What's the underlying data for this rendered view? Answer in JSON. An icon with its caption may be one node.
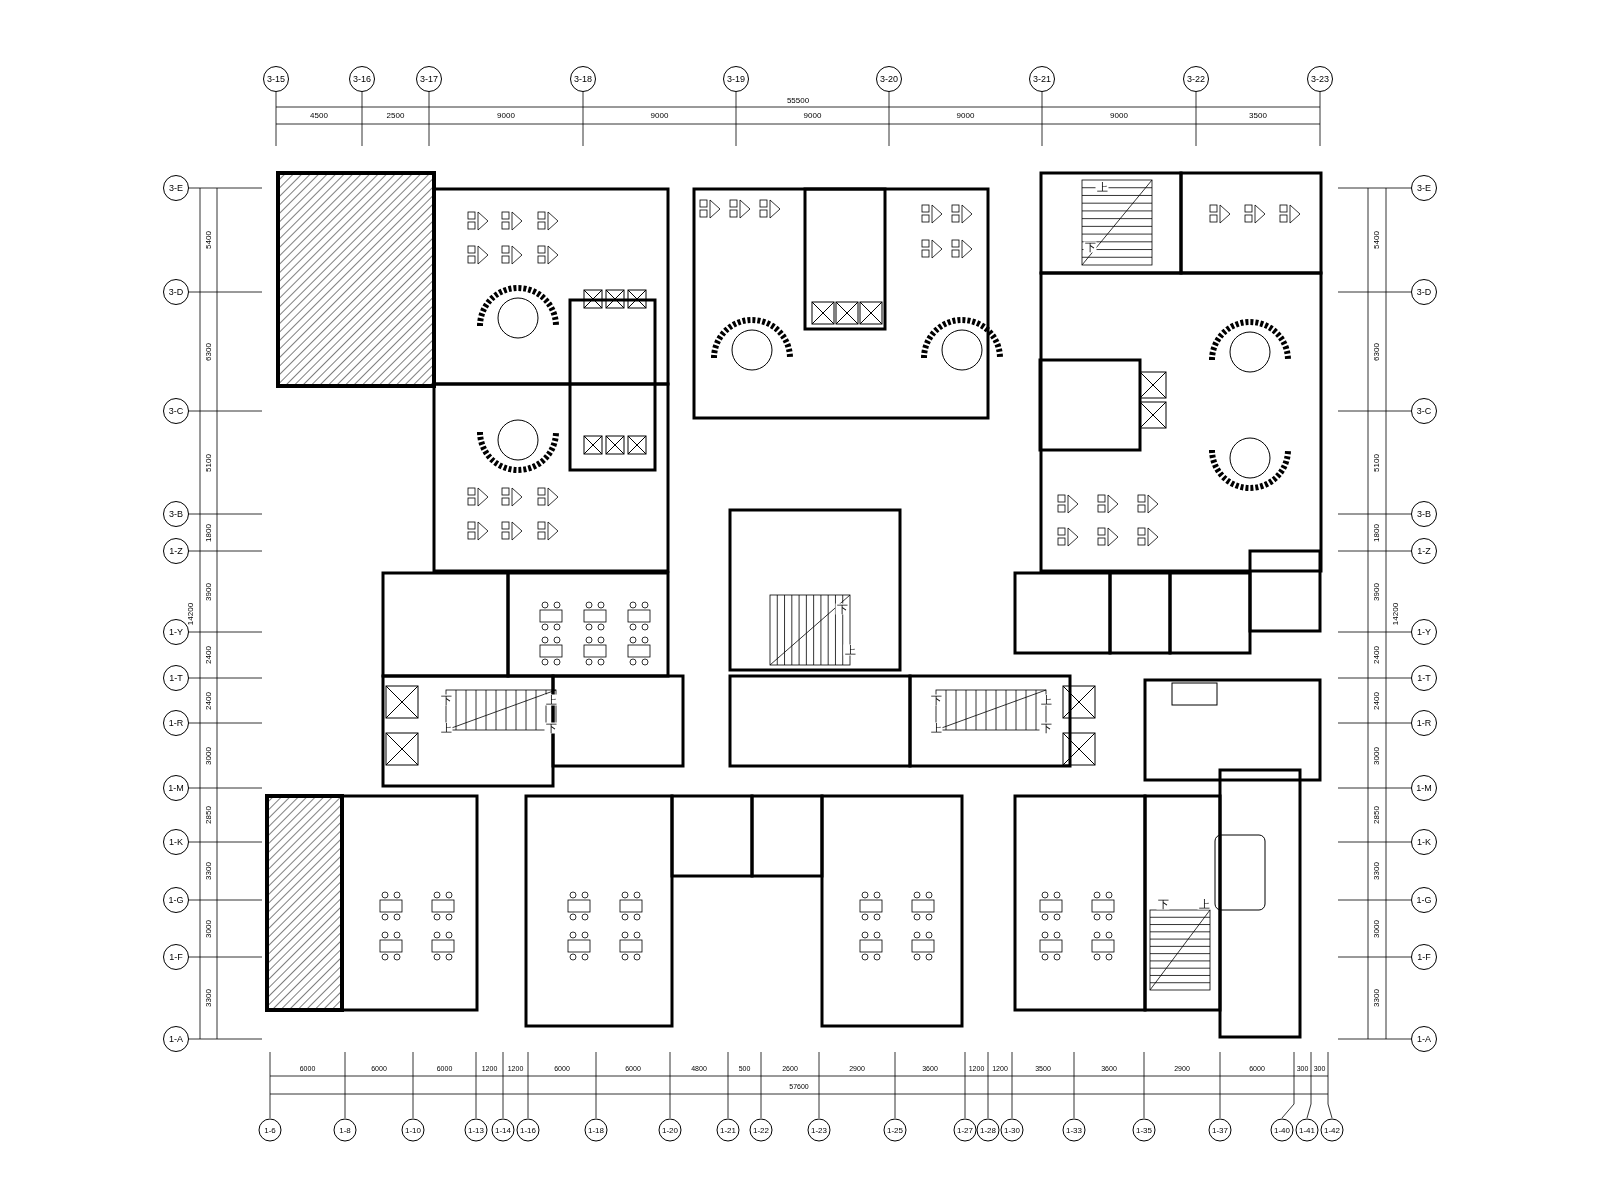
{
  "diagram": {
    "nodes": [
      {
        "text": [
          "3-15"
        ]
      },
      {
        "text": [
          "3-16"
        ]
      },
      {
        "text": [
          "3-17"
        ]
      },
      {
        "text": [
          "3-18"
        ]
      },
      {
        "text": [
          "3-19"
        ]
      },
      {
        "text": [
          "3-20"
        ]
      },
      {
        "text": [
          "3-21"
        ]
      },
      {
        "text": [
          "3-22"
        ]
      },
      {
        "text": [
          "3-23"
        ]
      },
      {
        "text": [
          "3-E"
        ]
      },
      {
        "text": [
          "3-D"
        ]
      },
      {
        "text": [
          "3-C"
        ]
      },
      {
        "text": [
          "3-B"
        ]
      },
      {
        "text": [
          "1-Z"
        ]
      },
      {
        "text": [
          "1-Y"
        ]
      },
      {
        "text": [
          "1-T"
        ]
      },
      {
        "text": [
          "1-R"
        ]
      },
      {
        "text": [
          "1-M"
        ]
      },
      {
        "text": [
          "1-K"
        ]
      },
      {
        "text": [
          "1-G"
        ]
      },
      {
        "text": [
          "1-F"
        ]
      },
      {
        "text": [
          "1-A"
        ]
      },
      {
        "text": [
          "3-E"
        ]
      },
      {
        "text": [
          "3-D"
        ]
      },
      {
        "text": [
          "3-C"
        ]
      },
      {
        "text": [
          "3-B"
        ]
      },
      {
        "text": [
          "1-Z"
        ]
      },
      {
        "text": [
          "1-Y"
        ]
      },
      {
        "text": [
          "1-T"
        ]
      },
      {
        "text": [
          "1-R"
        ]
      },
      {
        "text": [
          "1-M"
        ]
      },
      {
        "text": [
          "1-K"
        ]
      },
      {
        "text": [
          "1-G"
        ]
      },
      {
        "text": [
          "1-F"
        ]
      },
      {
        "text": [
          "1-A"
        ]
      },
      {
        "text": [
          "1-6"
        ]
      },
      {
        "text": [
          "1-8"
        ]
      },
      {
        "text": [
          "1-10"
        ]
      },
      {
        "text": [
          "1-13"
        ]
      },
      {
        "text": [
          "1-14"
        ]
      },
      {
        "text": [
          "1-16"
        ]
      },
      {
        "text": [
          "1-18"
        ]
      },
      {
        "text": [
          "1-20"
        ]
      },
      {
        "text": [
          "1-21"
        ]
      },
      {
        "text": [
          "1-22"
        ]
      },
      {
        "text": [
          "1-23"
        ]
      },
      {
        "text": [
          "1-25"
        ]
      },
      {
        "text": [
          "1-27"
        ]
      },
      {
        "text": [
          "1-28"
        ]
      },
      {
        "text": [
          "1-30"
        ]
      },
      {
        "text": [
          "1-33"
        ]
      },
      {
        "text": [
          "1-35"
        ]
      },
      {
        "text": [
          "1-37"
        ]
      },
      {
        "text": [
          "1-40"
        ]
      },
      {
        "text": [
          "1-41"
        ]
      },
      {
        "text": [
          "1-42"
        ]
      }
    ],
    "labels": [
      "55500",
      "4500",
      "2500",
      "9000",
      "9000",
      "9000",
      "9000",
      "9000",
      "3500",
      "14200",
      "5400",
      "6300",
      "5100",
      "1800",
      "3900",
      "2400",
      "2400",
      "3000",
      "2850",
      "3300",
      "3000",
      "3300",
      "14200",
      "5400",
      "6300",
      "5100",
      "1800",
      "3900",
      "2400",
      "2400",
      "3000",
      "2850",
      "3300",
      "3000",
      "3300",
      "6000",
      "6000",
      "6000",
      "1200",
      "1200",
      "6000",
      "6000",
      "4800",
      "500",
      "2600",
      "2900",
      "3600",
      "1200",
      "1200",
      "3500",
      "3600",
      "2900",
      "6000",
      "300",
      "300",
      "57600",
      "上",
      "下",
      "下",
      "上",
      "下",
      "上",
      "上",
      "下",
      "下",
      "上",
      "上",
      "下",
      "下",
      "上"
    ]
  }
}
